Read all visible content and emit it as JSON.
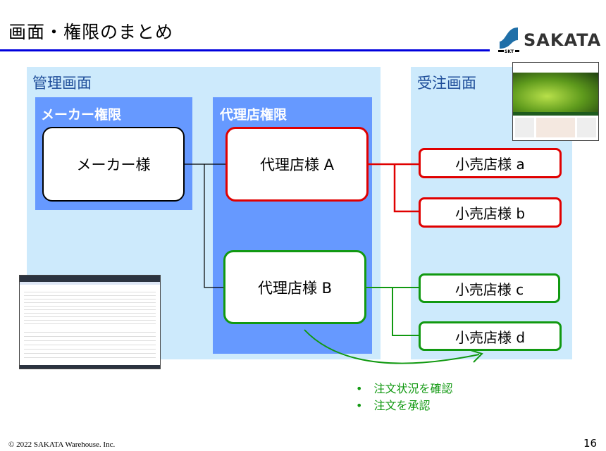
{
  "title": "画面・権限のまとめ",
  "logo": {
    "name": "SAKATA",
    "sub": "SKT"
  },
  "admin_panel": {
    "label": "管理画面",
    "maker_auth": {
      "label": "メーカー権限",
      "node": "メーカー様"
    },
    "agent_auth": {
      "label": "代理店権限",
      "nodes": [
        "代理店様 A",
        "代理店様 B"
      ]
    }
  },
  "order_panel": {
    "label": "受注画面",
    "nodes": [
      "小売店様 a",
      "小売店様 b",
      "小売店様 c",
      "小売店様 d"
    ]
  },
  "colors": {
    "agent_a": "#e00000",
    "agent_b": "#119911",
    "panel": "#cdeafc",
    "auth": "#6699ff",
    "title_rule": "#0000dd"
  },
  "bullets": [
    "注文状況を確認",
    "注文を承認"
  ],
  "footer": "© 2022 SAKATA Warehouse. Inc.",
  "page_number": "16"
}
